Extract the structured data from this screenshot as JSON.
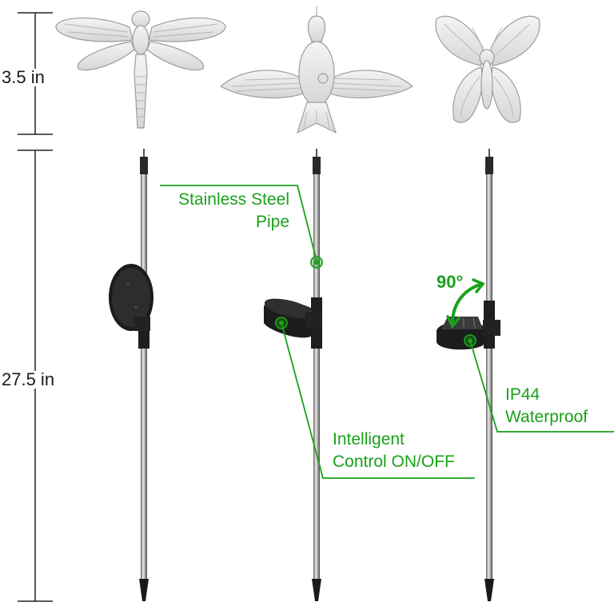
{
  "dimensions": {
    "ornament_height": "3.5 in",
    "stake_height": "27.5 in"
  },
  "callouts": {
    "pipe_line1": "Stainless Steel",
    "pipe_line2": "Pipe",
    "control_line1": "Intelligent",
    "control_line2": "Control ON/OFF",
    "waterproof_line1": "IP44",
    "waterproof_line2": "Waterproof",
    "angle": "90°"
  },
  "colors": {
    "accent": "#1aa11a",
    "pole": "#9a9a9a",
    "panel": "#1c1c1c",
    "text": "#1a1a1a"
  },
  "icons": [
    "dragonfly-ornament",
    "hummingbird-ornament",
    "butterfly-ornament",
    "solar-panel",
    "rotate-arrow"
  ]
}
